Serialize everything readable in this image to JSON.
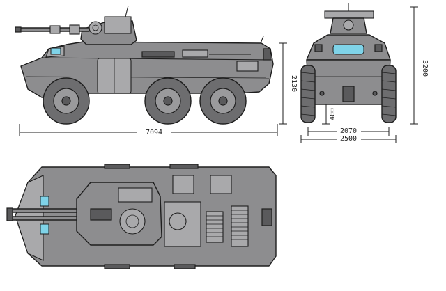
{
  "dimensions": {
    "length": "7094",
    "height_side": "2130",
    "height_front": "3200",
    "clearance": "400",
    "track": "2070",
    "width": "2500"
  },
  "colors": {
    "hull": "#8d8d8f",
    "window": "#7fd3e8",
    "outline": "#1e1e1e"
  }
}
